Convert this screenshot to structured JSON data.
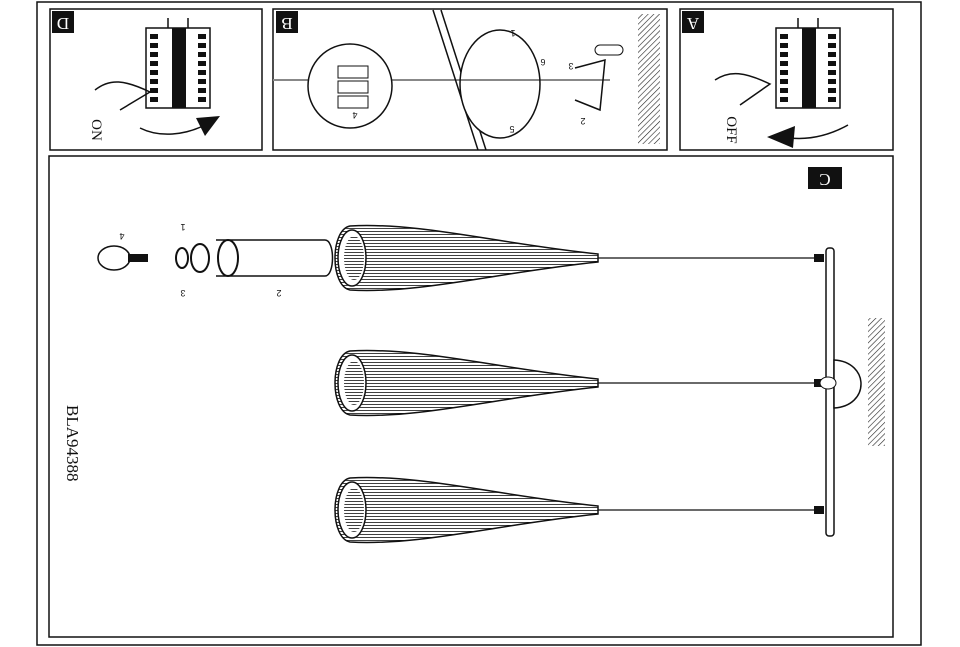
{
  "panels": {
    "d": {
      "label": "D",
      "state": "ON"
    },
    "b": {
      "label": "B",
      "callouts": [
        "1",
        "2",
        "3",
        "4",
        "5",
        "6"
      ]
    },
    "a": {
      "label": "A",
      "state": "OFF"
    },
    "c": {
      "label": "C",
      "callouts": [
        "1",
        "2",
        "3",
        "4"
      ],
      "model": "BLA94388"
    }
  }
}
